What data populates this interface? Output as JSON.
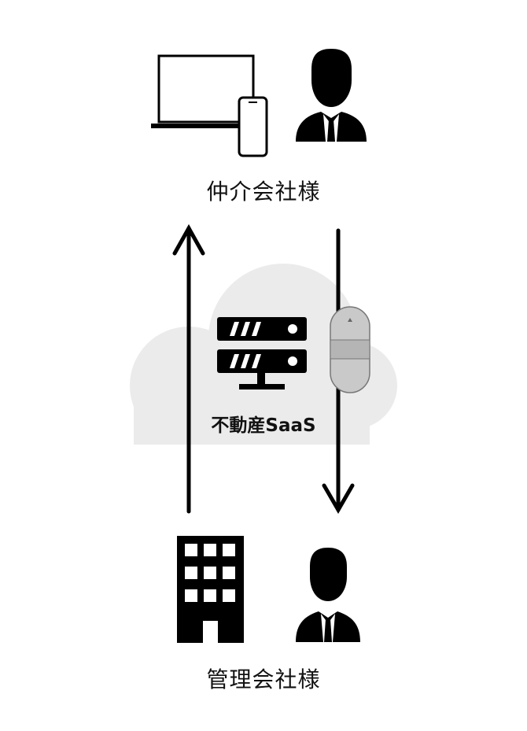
{
  "labels": {
    "top": "仲介会社様",
    "bottom": "管理会社様",
    "saas": "不動産SaaS"
  },
  "colors": {
    "background": "#ffffff",
    "cloud": "#ebebeb",
    "ink": "#000000",
    "device_gray": "#c9c9c9"
  },
  "icons": [
    "laptop-icon",
    "smartphone-icon",
    "businessman-icon",
    "server-icon",
    "usb-drive-icon",
    "office-building-icon"
  ]
}
